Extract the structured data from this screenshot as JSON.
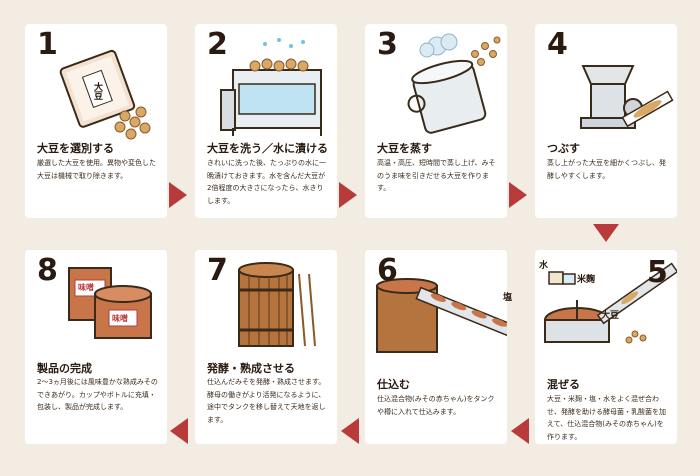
{
  "steps": [
    {
      "num": "1",
      "title": "大豆を選別する",
      "desc": "厳選した大豆を使用。異物や変色した大豆は機械で取り除きます。",
      "bag_label": "大豆"
    },
    {
      "num": "2",
      "title": "大豆を洗う／水に漬ける",
      "desc": "きれいに洗った後、たっぷりの水に一晩漬けておきます。水を含んだ大豆が2倍程度の大きさになったら、水きりします。"
    },
    {
      "num": "3",
      "title": "大豆を蒸す",
      "desc": "高温・高圧、短時間で蒸し上げ、みそのうま味を引きだせる大豆を作ります。"
    },
    {
      "num": "4",
      "title": "つぶす",
      "desc": "蒸し上がった大豆を細かくつぶし、発酵しやすくします。"
    },
    {
      "num": "5",
      "title": "混ぜる",
      "desc": "大豆・米麹・塩・水をよく混ぜ合わせ、発酵を助ける酵母菌・乳酸菌を加えて、仕込混合物(みその赤ちゃん)を作ります。",
      "labels": {
        "water": "水",
        "koji": "米麹",
        "salt": "塩",
        "soy": "大豆"
      }
    },
    {
      "num": "6",
      "title": "仕込む",
      "desc": "仕込混合物(みその赤ちゃん)をタンクや樽に入れて仕込みます。"
    },
    {
      "num": "7",
      "title": "発酵・熟成させる",
      "desc": "仕込んだみそを発酵・熟成させます。酵母の働きがより活発になるように、途中でタンクを移し替えて天地を返します。"
    },
    {
      "num": "8",
      "title": "製品の完成",
      "desc": "2〜3ヵ月後には風味豊かな熟成みそのできあがり。カップやボトルに充填・包装し、製品が完成します。",
      "pack_label": "味噌"
    }
  ],
  "colors": {
    "bg": "#f2ece2",
    "card": "#ffffff",
    "arrow": "#b83a3a",
    "miso": "#c8754a",
    "soy": "#d9a864"
  }
}
